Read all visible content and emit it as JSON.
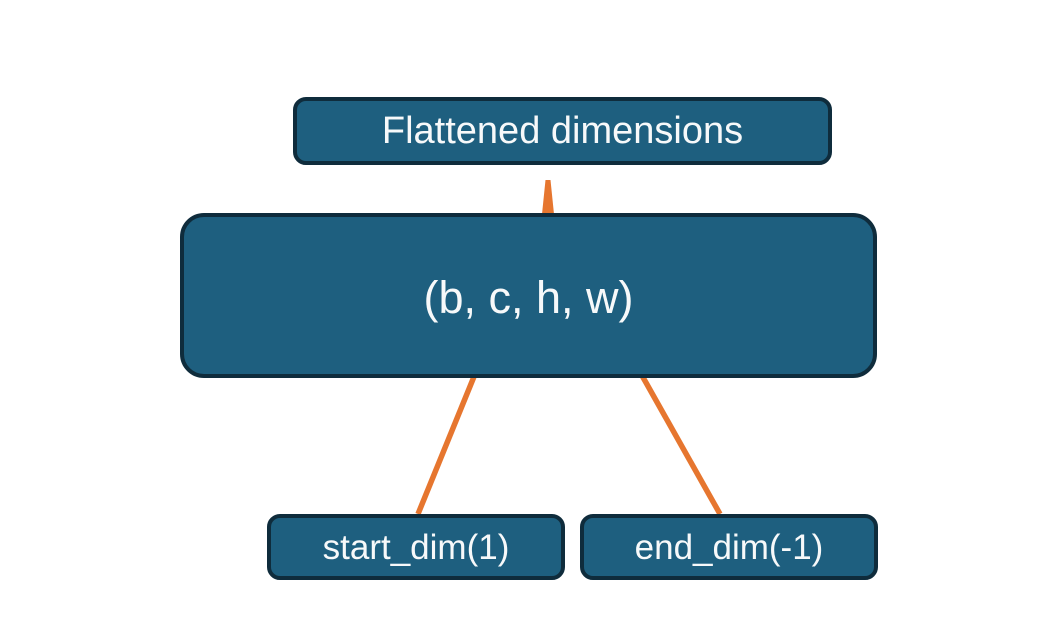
{
  "diagram": {
    "title_node": {
      "label": "Flattened dimensions"
    },
    "tensor_node": {
      "label": "(b, c, h, w)"
    },
    "start_dim_node": {
      "label": "start_dim(1)"
    },
    "end_dim_node": {
      "label": "end_dim(-1)"
    }
  },
  "colors": {
    "node_fill": "#1e5f7f",
    "node_border": "#0f2c3c",
    "connector_orange": "#e6762f",
    "text_color": "#f7f9fa",
    "background": "#ffffff"
  }
}
